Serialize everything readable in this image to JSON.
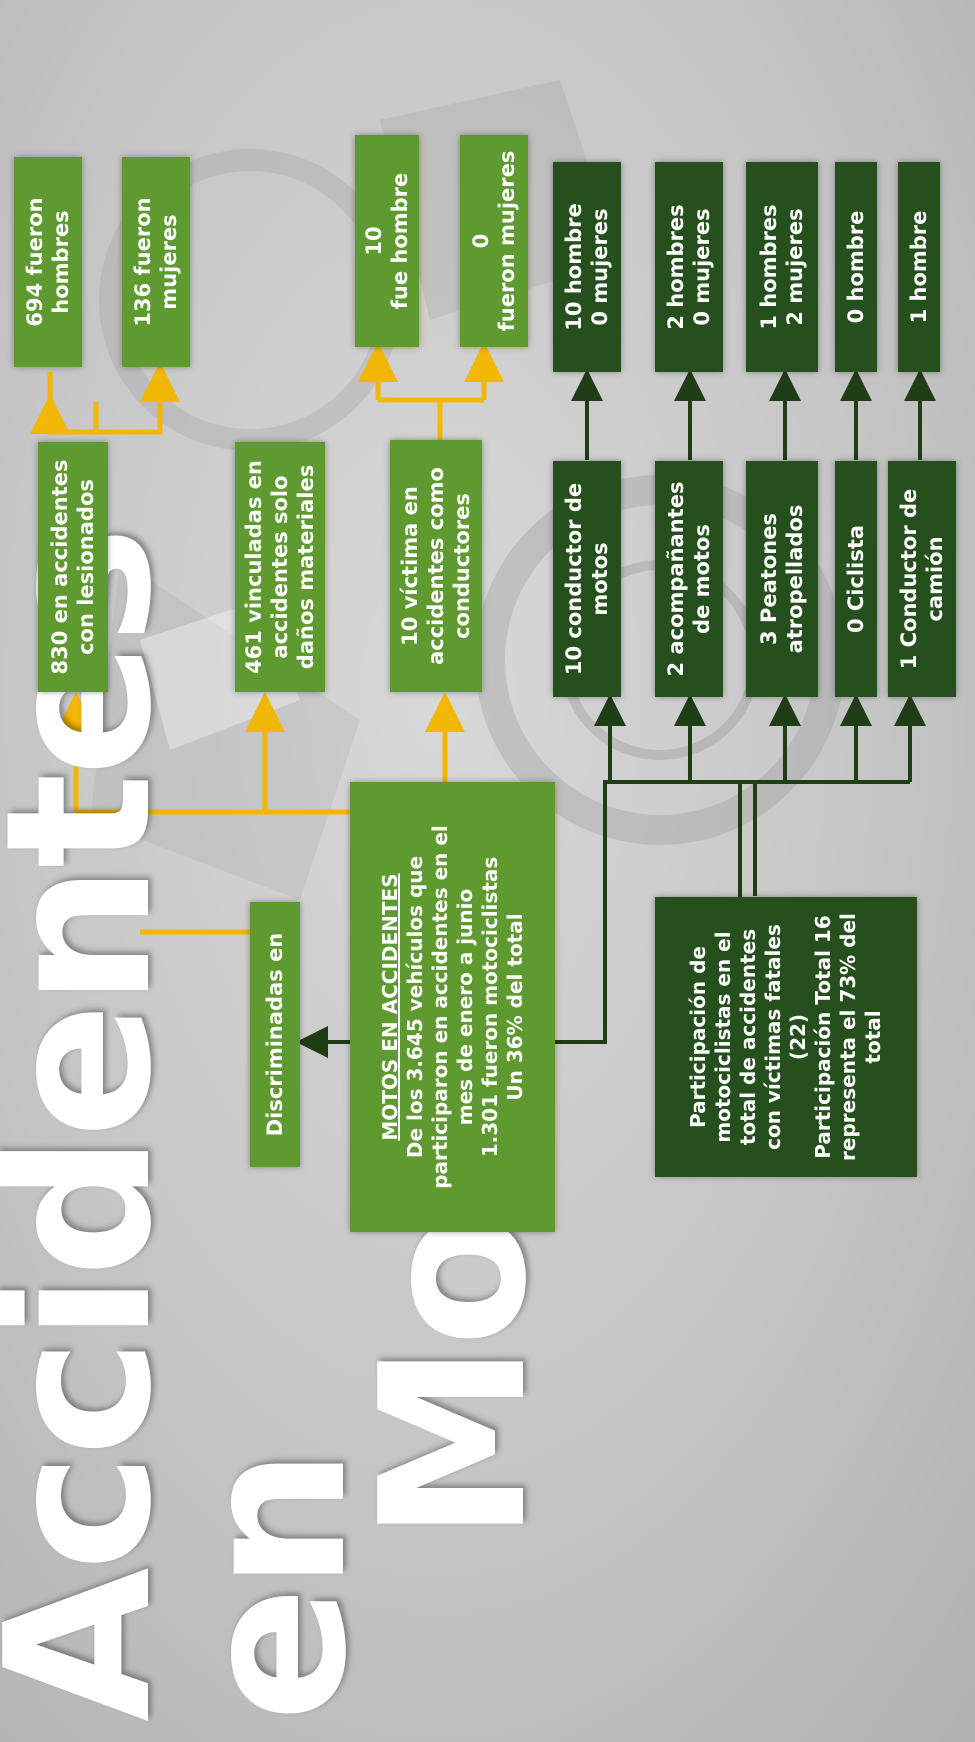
{
  "title": {
    "line1": "Accidentes",
    "line2": "en",
    "line3": "Motos"
  },
  "colors": {
    "light_green": "#5e9a2f",
    "dark_green": "#254f1c",
    "yellow_arrow": "#f2b705",
    "dark_arrow": "#1f3d16"
  },
  "main_box": {
    "heading": "MOTOS EN ACCIDENTES",
    "line1": "De los  3.645 vehículos que",
    "line2": "participaron  en accidentes en el",
    "line3": "mes de enero a junio",
    "line4": "1.301 fueron motociclistas",
    "line5": "Un 36% del total"
  },
  "discriminated_box": {
    "label": "Discriminadas  en"
  },
  "category_boxes": [
    {
      "line1": "830  en accidentes",
      "line2": "con lesionados"
    },
    {
      "line1": "461  vinculadas en",
      "line2": "accidentes solo",
      "line3": "daños materiales"
    },
    {
      "line1": "10 víctima en",
      "line2": "accidentes como",
      "line3": "conductores"
    }
  ],
  "gender_boxes": [
    {
      "line1": "694 fueron",
      "line2": "hombres"
    },
    {
      "line1": "136  fueron",
      "line2": "mujeres"
    },
    {
      "line1": "10",
      "line2": "fue hombre"
    },
    {
      "line1": "0",
      "line2": "fueron mujeres"
    }
  ],
  "fatal_box": {
    "line1": "Participación de",
    "line2": "motociclistas  en el",
    "line3": "total de  accidentes",
    "line4": "con víctimas fatales",
    "line5": "(22)",
    "line6": "Participación  Total 16",
    "line7": "representa el  73% del",
    "line8": "total"
  },
  "role_boxes": [
    {
      "line1": "10 conductor de",
      "line2": "motos"
    },
    {
      "line1": "2  acompañantes",
      "line2": "de motos"
    },
    {
      "line1": "3  Peatones",
      "line2": "atropellados"
    },
    {
      "line1": "0  Ciclista"
    },
    {
      "line1": "1  Conductor de",
      "line2": "camión"
    }
  ],
  "role_gender_boxes": [
    {
      "line1": "10 hombre",
      "line2": "0 mujeres"
    },
    {
      "line1": "2 hombres",
      "line2": "0  mujeres"
    },
    {
      "line1": "1  hombres",
      "line2": "2  mujeres"
    },
    {
      "line1": "0  hombre"
    },
    {
      "line1": "1  hombre"
    }
  ]
}
